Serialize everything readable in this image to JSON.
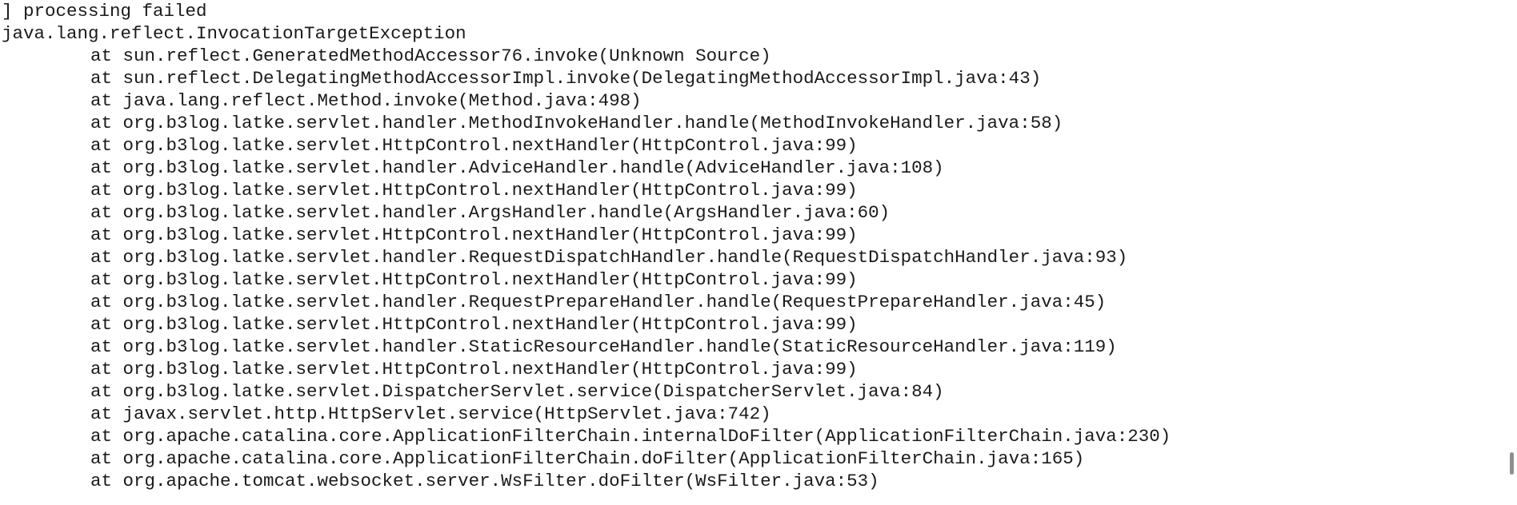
{
  "log": {
    "lines": [
      "] processing failed",
      "java.lang.reflect.InvocationTargetException",
      "at sun.reflect.GeneratedMethodAccessor76.invoke(Unknown Source)",
      "at sun.reflect.DelegatingMethodAccessorImpl.invoke(DelegatingMethodAccessorImpl.java:43)",
      "at java.lang.reflect.Method.invoke(Method.java:498)",
      "at org.b3log.latke.servlet.handler.MethodInvokeHandler.handle(MethodInvokeHandler.java:58)",
      "at org.b3log.latke.servlet.HttpControl.nextHandler(HttpControl.java:99)",
      "at org.b3log.latke.servlet.handler.AdviceHandler.handle(AdviceHandler.java:108)",
      "at org.b3log.latke.servlet.HttpControl.nextHandler(HttpControl.java:99)",
      "at org.b3log.latke.servlet.handler.ArgsHandler.handle(ArgsHandler.java:60)",
      "at org.b3log.latke.servlet.HttpControl.nextHandler(HttpControl.java:99)",
      "at org.b3log.latke.servlet.handler.RequestDispatchHandler.handle(RequestDispatchHandler.java:93)",
      "at org.b3log.latke.servlet.HttpControl.nextHandler(HttpControl.java:99)",
      "at org.b3log.latke.servlet.handler.RequestPrepareHandler.handle(RequestPrepareHandler.java:45)",
      "at org.b3log.latke.servlet.HttpControl.nextHandler(HttpControl.java:99)",
      "at org.b3log.latke.servlet.handler.StaticResourceHandler.handle(StaticResourceHandler.java:119)",
      "at org.b3log.latke.servlet.HttpControl.nextHandler(HttpControl.java:99)",
      "at org.b3log.latke.servlet.DispatcherServlet.service(DispatcherServlet.java:84)",
      "at javax.servlet.http.HttpServlet.service(HttpServlet.java:742)",
      "at org.apache.catalina.core.ApplicationFilterChain.internalDoFilter(ApplicationFilterChain.java:230)",
      "at org.apache.catalina.core.ApplicationFilterChain.doFilter(ApplicationFilterChain.java:165)",
      "at org.apache.tomcat.websocket.server.WsFilter.doFilter(WsFilter.java:53)"
    ]
  }
}
